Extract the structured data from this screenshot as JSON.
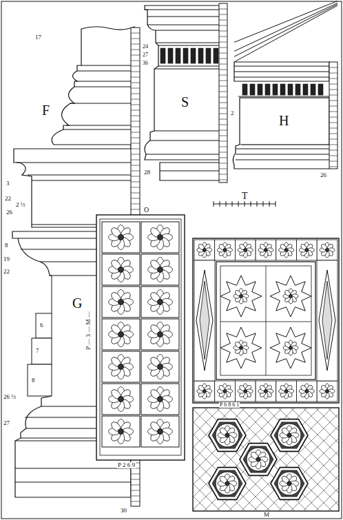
{
  "diagram": {
    "labels": [
      "F",
      "G",
      "S",
      "H",
      "T",
      "O",
      "M",
      "17",
      "3",
      "22",
      "2 ½",
      "26",
      "8",
      "19",
      "22",
      "6",
      "7",
      "8",
      "26 ½",
      "27",
      "30",
      "24",
      "27",
      "36",
      "28",
      "2",
      "26",
      "P 2 6 9",
      "P — 3 — M —",
      "P 6 8 6 1"
    ]
  }
}
